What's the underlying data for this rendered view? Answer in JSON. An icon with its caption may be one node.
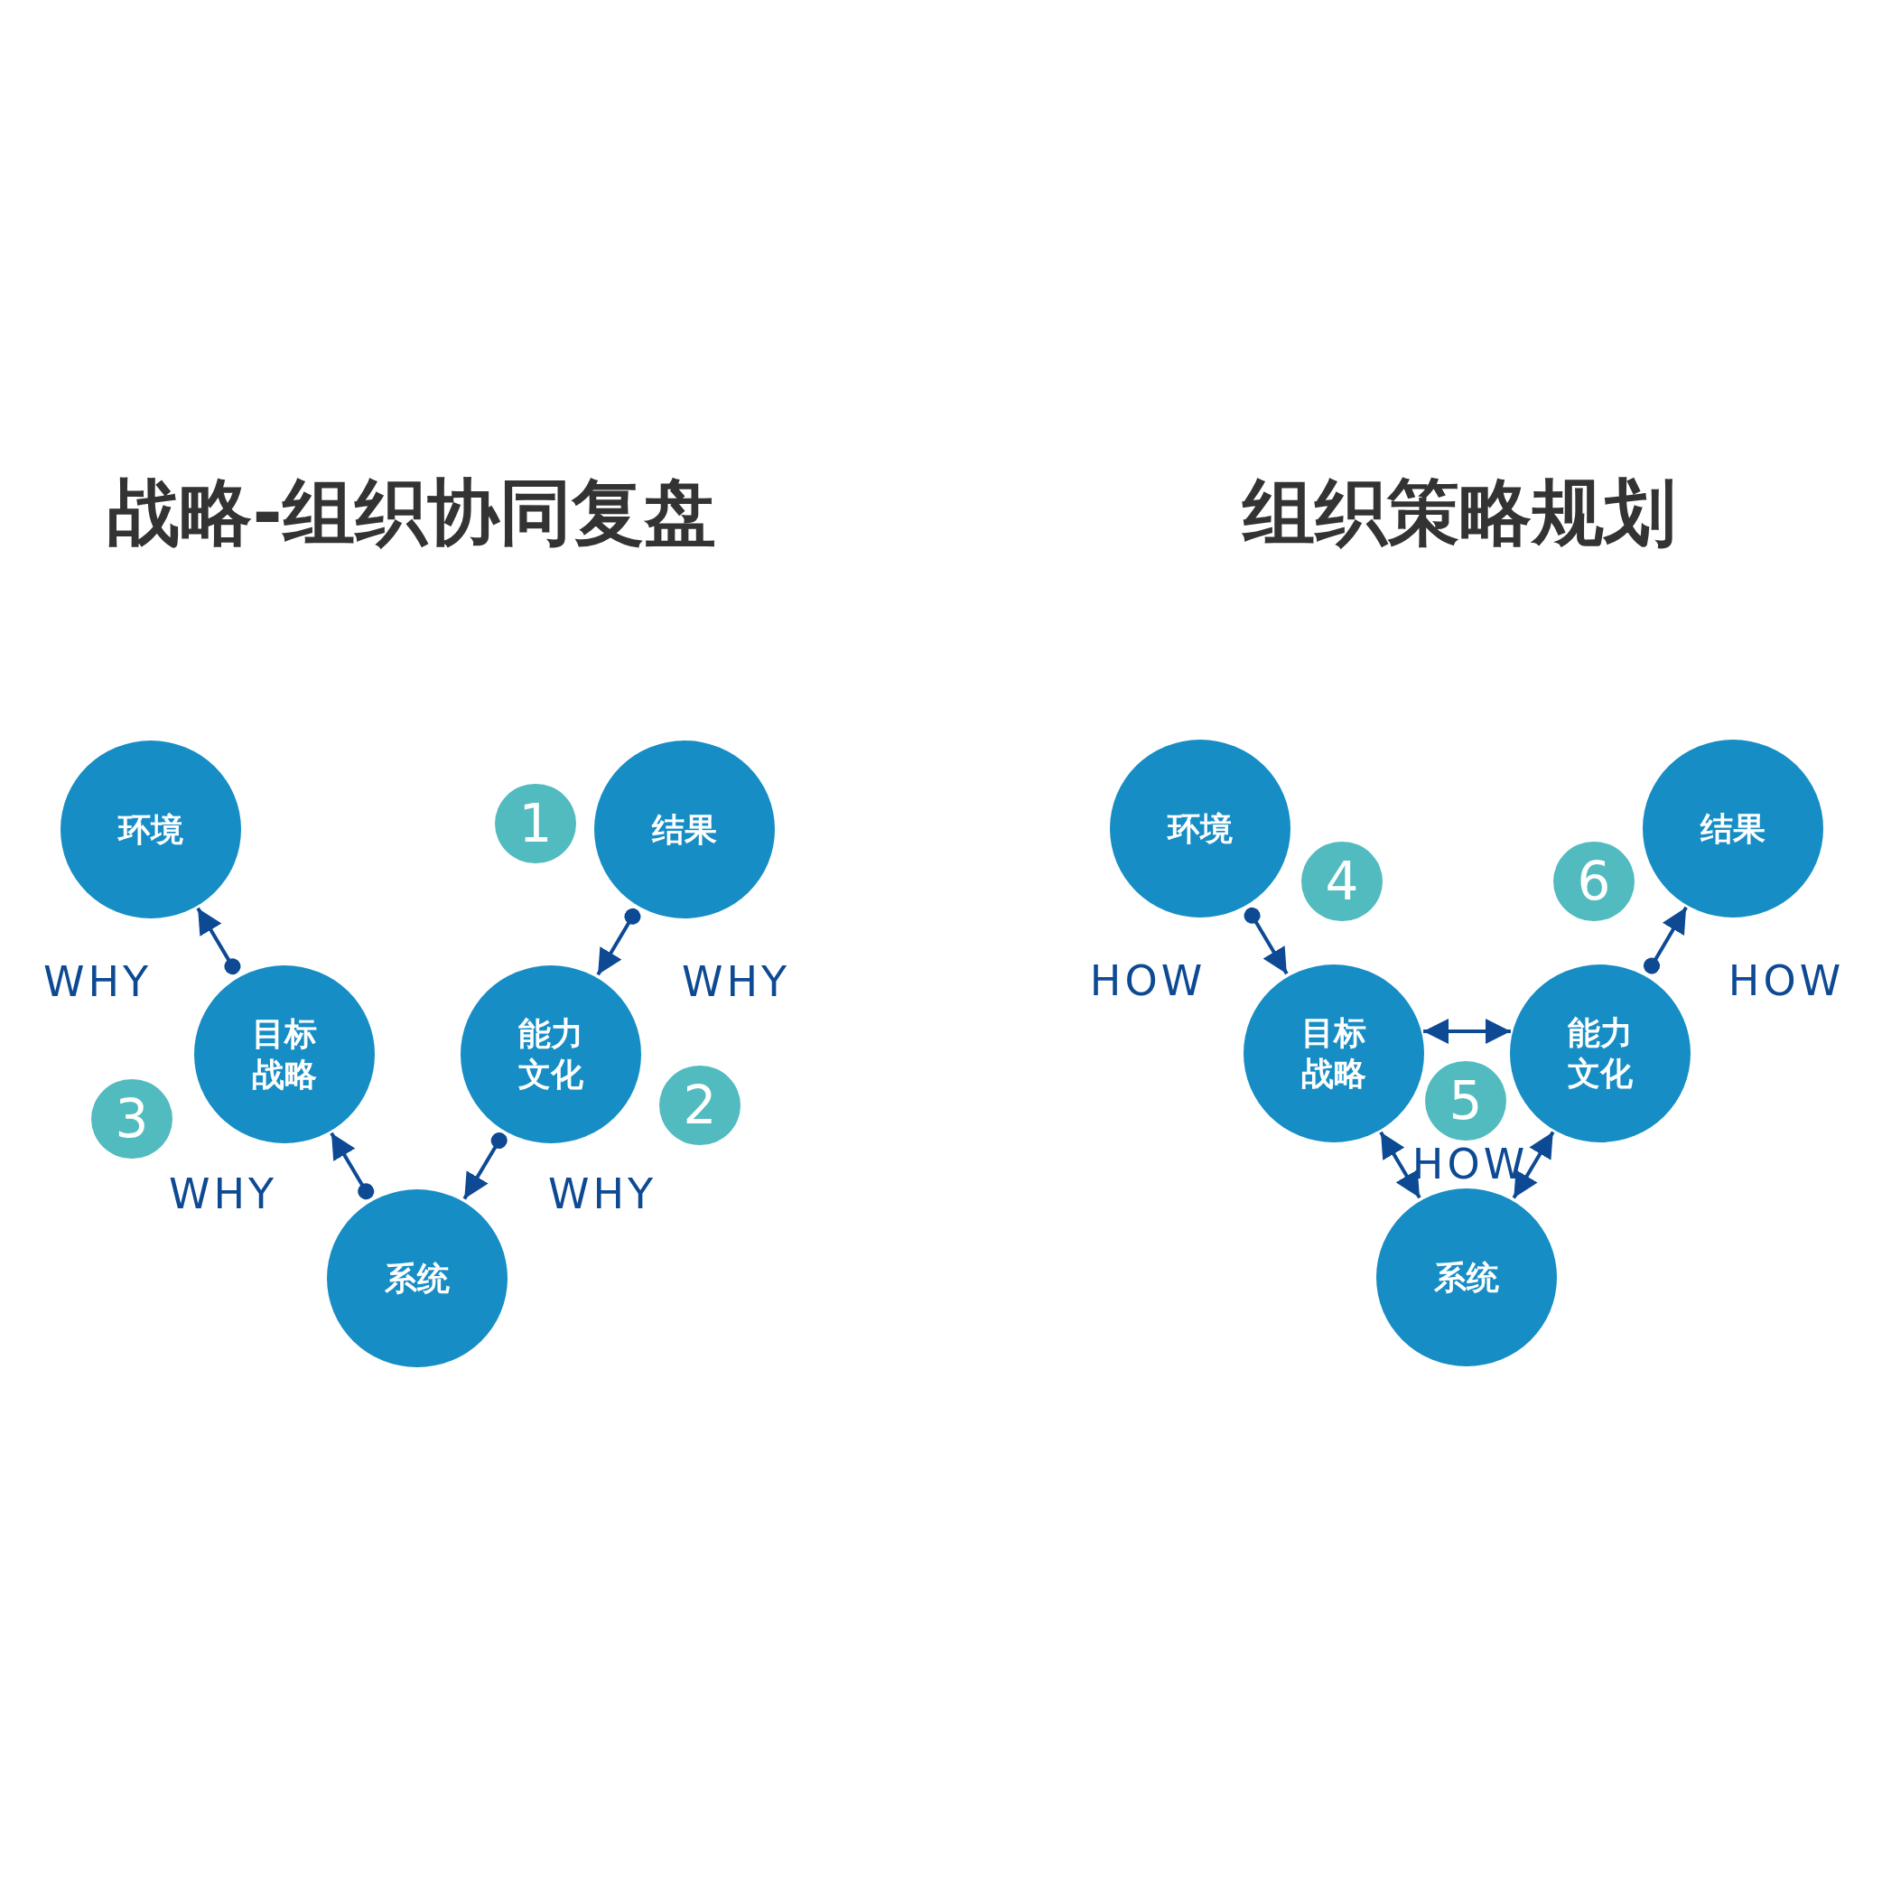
{
  "diagram": {
    "nodes": [
      {
        "text": [
          "环境"
        ]
      },
      {
        "text": [
          "1"
        ]
      },
      {
        "text": [
          "结果"
        ]
      },
      {
        "text": [
          "目标战略"
        ]
      },
      {
        "text": [
          "能力文化"
        ]
      },
      {
        "text": [
          "2"
        ]
      },
      {
        "text": [
          "3"
        ]
      },
      {
        "text": [
          "系统"
        ]
      },
      {
        "text": [
          "环境"
        ]
      },
      {
        "text": [
          "结果"
        ]
      },
      {
        "text": [
          "4"
        ]
      },
      {
        "text": [
          "6"
        ]
      },
      {
        "text": [
          "目标战略"
        ]
      },
      {
        "text": [
          "能力文化"
        ]
      },
      {
        "text": [
          "5"
        ]
      },
      {
        "text": [
          "系统"
        ]
      }
    ],
    "edges": [
      {
        "from": 3,
        "to": 0,
        "arrow": "to"
      },
      {
        "from": 2,
        "to": 4,
        "arrow": "to"
      },
      {
        "from": 7,
        "to": 3,
        "arrow": "to"
      },
      {
        "from": 4,
        "to": 7,
        "arrow": "to"
      },
      {
        "from": 8,
        "to": 12,
        "arrow": "to"
      },
      {
        "from": 13,
        "to": 9,
        "arrow": "to"
      },
      {
        "from": 12,
        "to": 13,
        "arrow": "both"
      },
      {
        "from": 12,
        "to": 15,
        "arrow": "both"
      },
      {
        "from": 13,
        "to": 15,
        "arrow": "both"
      }
    ],
    "labels": [
      "战略-组织协同复盘",
      "WHY",
      "WHY",
      "WHY",
      "WHY",
      "组织策略规划",
      "HOW",
      "HOW",
      "HOW"
    ]
  }
}
